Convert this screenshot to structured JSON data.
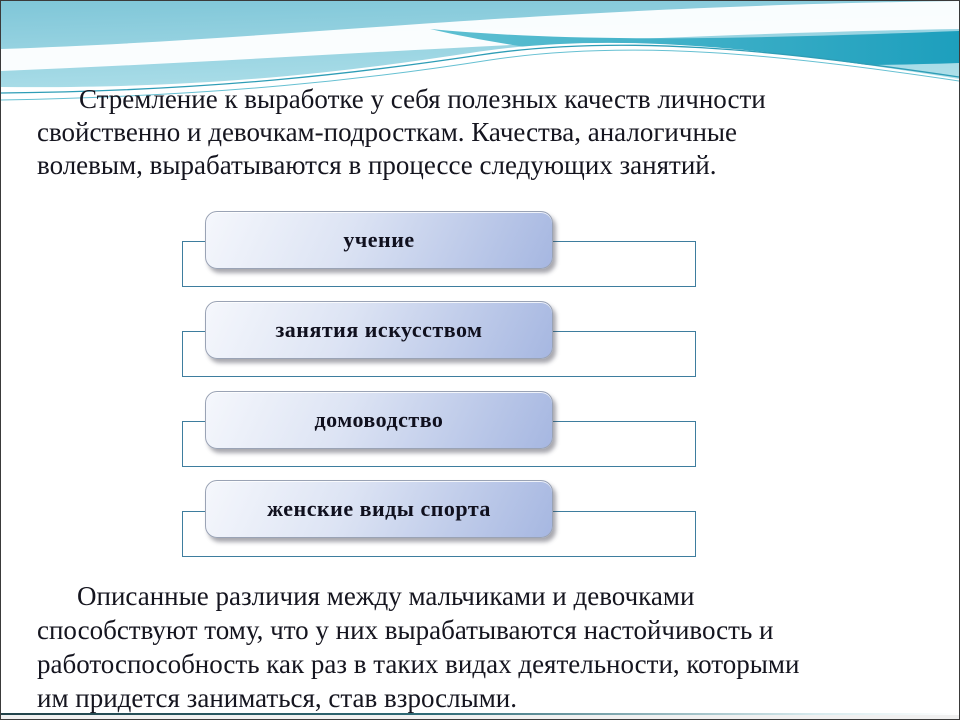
{
  "slide": {
    "intro_paragraph": "Стремление к выработке у себя полезных качеств личности\nсвойственно и девочкам-подросткам. Качества, аналогичные\nволевым, вырабатываются в процессе следующих занятий.",
    "activities": [
      {
        "label": "учение"
      },
      {
        "label": "занятия искусством"
      },
      {
        "label": "домоводство"
      },
      {
        "label": "женские виды спорта"
      }
    ],
    "conclusion_paragraph": "Описанные различия между мальчиками и девочками\nспособствуют тому, что у них вырабатываются настойчивость и\nработоспособность как раз в таких видах деятельности, которыми\nим придется заниматься, став взрослыми.",
    "colors": {
      "header_teal_dark": "#2aa5c0",
      "header_teal_light": "#b5e3ec",
      "shape_gradient_start": "#f5f7fc",
      "shape_gradient_end": "#a6b7e1",
      "outline_border": "#3e7d9e",
      "text": "#15151f"
    }
  }
}
